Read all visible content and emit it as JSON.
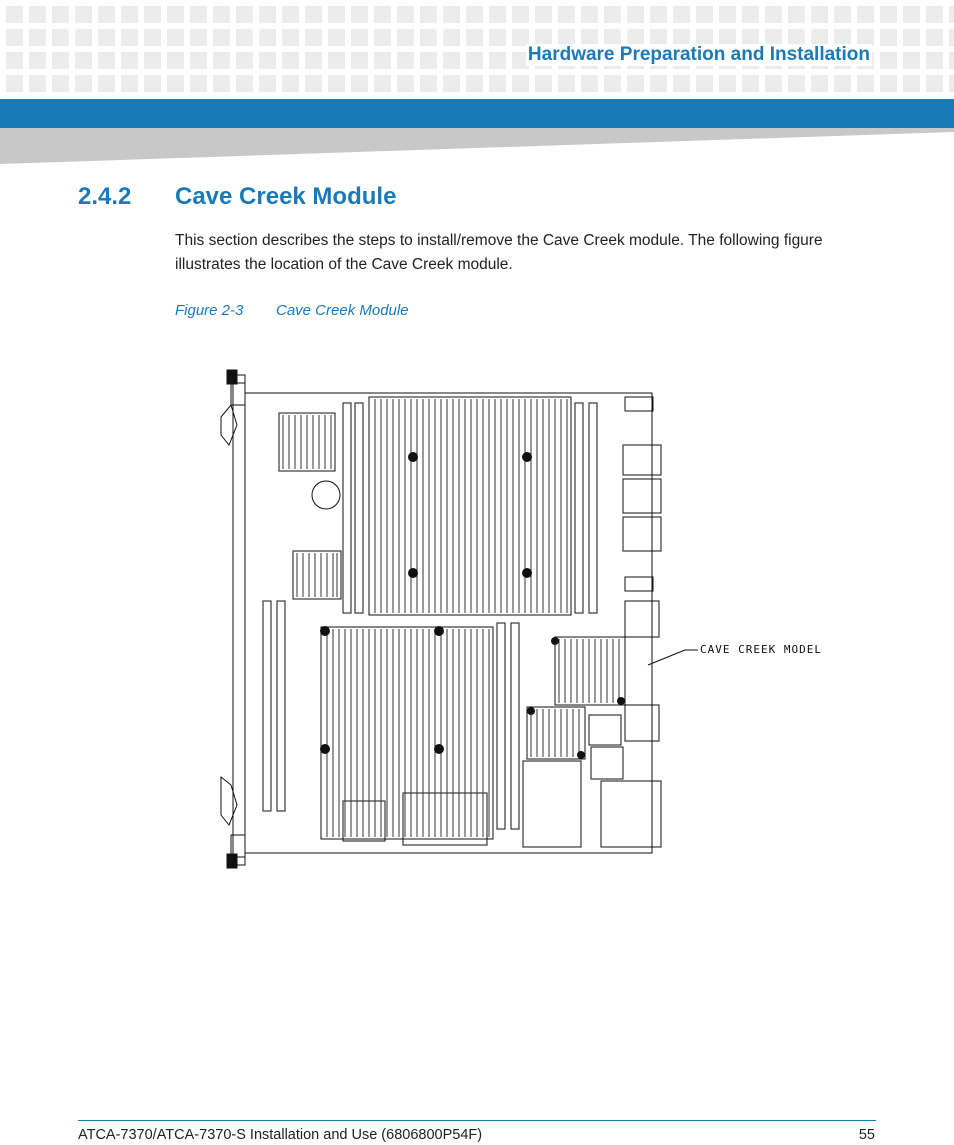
{
  "header": {
    "title": "Hardware Preparation and Installation"
  },
  "section": {
    "number": "2.4.2",
    "title": "Cave Creek Module"
  },
  "body": {
    "paragraph": "This section describes the steps to install/remove the Cave Creek module. The following figure illustrates the location of the Cave Creek module."
  },
  "figure": {
    "number": "Figure 2-3",
    "title": "Cave Creek Module",
    "callout": "CAVE CREEK MODEL"
  },
  "footer": {
    "document": "ATCA-7370/ATCA-7370-S Installation and Use (6806800P54F)",
    "page": "55"
  },
  "colors": {
    "accent": "#1a7ab8",
    "pattern": "#ececec",
    "wedge": "#c8c8c8"
  }
}
